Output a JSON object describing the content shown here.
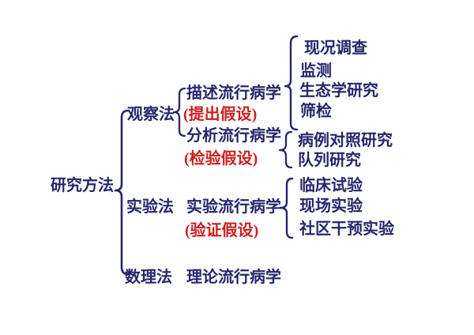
{
  "colors": {
    "text_navy": "#26266b",
    "highlight_red": "#cc1f1f",
    "background": "#ffffff"
  },
  "diagram": {
    "root": "研究方法",
    "branches": [
      {
        "label": "观察法",
        "children": [
          {
            "label": "描述流行病学",
            "note": "(提出假设)",
            "leaves": [
              "现况调查",
              "监测",
              "生态学研究",
              "筛检"
            ]
          },
          {
            "label": "分析流行病学",
            "note": "(检验假设)",
            "leaves": [
              "病例对照研究",
              "队列研究"
            ]
          }
        ]
      },
      {
        "label": "实验法",
        "children": [
          {
            "label": "实验流行病学",
            "note": "(验证假设)",
            "leaves": [
              "临床试验",
              "现场实验",
              "社区干预实验"
            ]
          }
        ]
      },
      {
        "label": "数理法",
        "children": [
          {
            "label": "理论流行病学",
            "note": "",
            "leaves": []
          }
        ]
      }
    ]
  }
}
